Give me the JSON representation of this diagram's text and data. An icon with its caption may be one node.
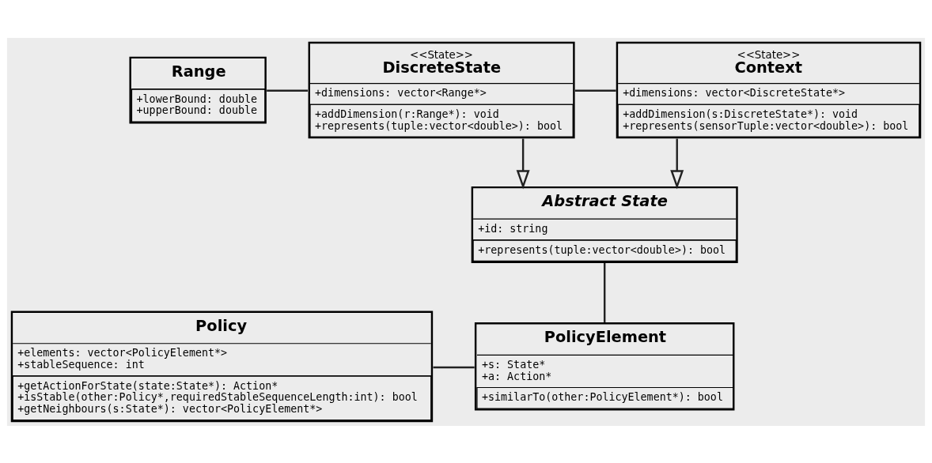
{
  "diagram": {
    "nodes": [
      {
        "text": [
          "Range",
          "+lowerBound: double",
          "+upperBound: double"
        ]
      },
      {
        "text": [
          "<<State>>",
          "DiscreteState",
          "+dimensions: vector<Range*>",
          "+addDimension(r:Range*): void",
          "+represents(tuple:vector<double>): bool"
        ]
      },
      {
        "text": [
          "<<State>>",
          "Context",
          "+dimensions: vector<DiscreteState*>",
          "+addDimension(s:DiscreteState*): void",
          "+represents(sensorTuple:vector<double>): bool"
        ]
      },
      {
        "text": [
          "Abstract State",
          "+id: string",
          "+represents(tuple:vector<double>): bool"
        ]
      },
      {
        "text": [
          "Policy",
          "+elements: vector<PolicyElement*>",
          "+stableSequence: int",
          "+getActionForState(state:State*): Action*",
          "+isStable(other:Policy*,requiredStableSequenceLength:int): bool",
          "+getNeighbours(s:State*): vector<PolicyElement*>"
        ]
      },
      {
        "text": [
          "PolicyElement",
          "+s: State*",
          "+a: Action*",
          "+similarTo(other:PolicyElement*): bool"
        ]
      }
    ],
    "edges": [
      {
        "from": 0,
        "to": 1,
        "arrow": "none"
      },
      {
        "from": 1,
        "to": 2,
        "arrow": "none"
      },
      {
        "from": 1,
        "to": 3,
        "arrow": "to"
      },
      {
        "from": 2,
        "to": 3,
        "arrow": "to"
      },
      {
        "from": 3,
        "to": 5,
        "arrow": "none"
      },
      {
        "from": 4,
        "to": 5,
        "arrow": "none"
      }
    ]
  }
}
